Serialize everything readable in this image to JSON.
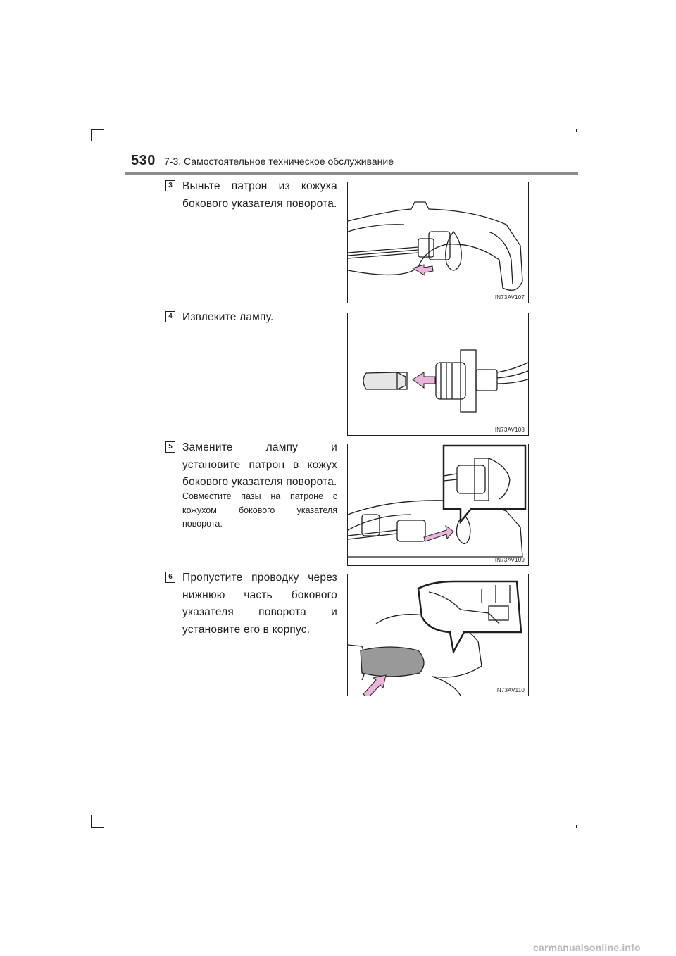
{
  "header": {
    "page_number": "530",
    "section_title": "7-3. Самостоятельное техническое обслуживание"
  },
  "steps": [
    {
      "number": "3",
      "text": "Выньте патрон из кожуха бокового указателя поворота.",
      "figure_code": "IN73AV107"
    },
    {
      "number": "4",
      "text": "Извлеките лампу.",
      "figure_code": "IN73AV108"
    },
    {
      "number": "5",
      "text": "Замените лампу и установите патрон в кожух бокового указателя поворота.",
      "note": "Совместите пазы на патроне с кожухом бокового указателя поворота.",
      "figure_code": "IN73AV109"
    },
    {
      "number": "6",
      "text": "Пропустите проводку через нижнюю часть бокового указателя поворота и установите его в корпус.",
      "figure_code": "IN73AV110"
    }
  ],
  "colors": {
    "arrow_fill": "#e9b5da",
    "line": "#231f20",
    "rule": "#8c8c8c"
  },
  "footer": {
    "watermark": "carmanualsonline.info"
  }
}
